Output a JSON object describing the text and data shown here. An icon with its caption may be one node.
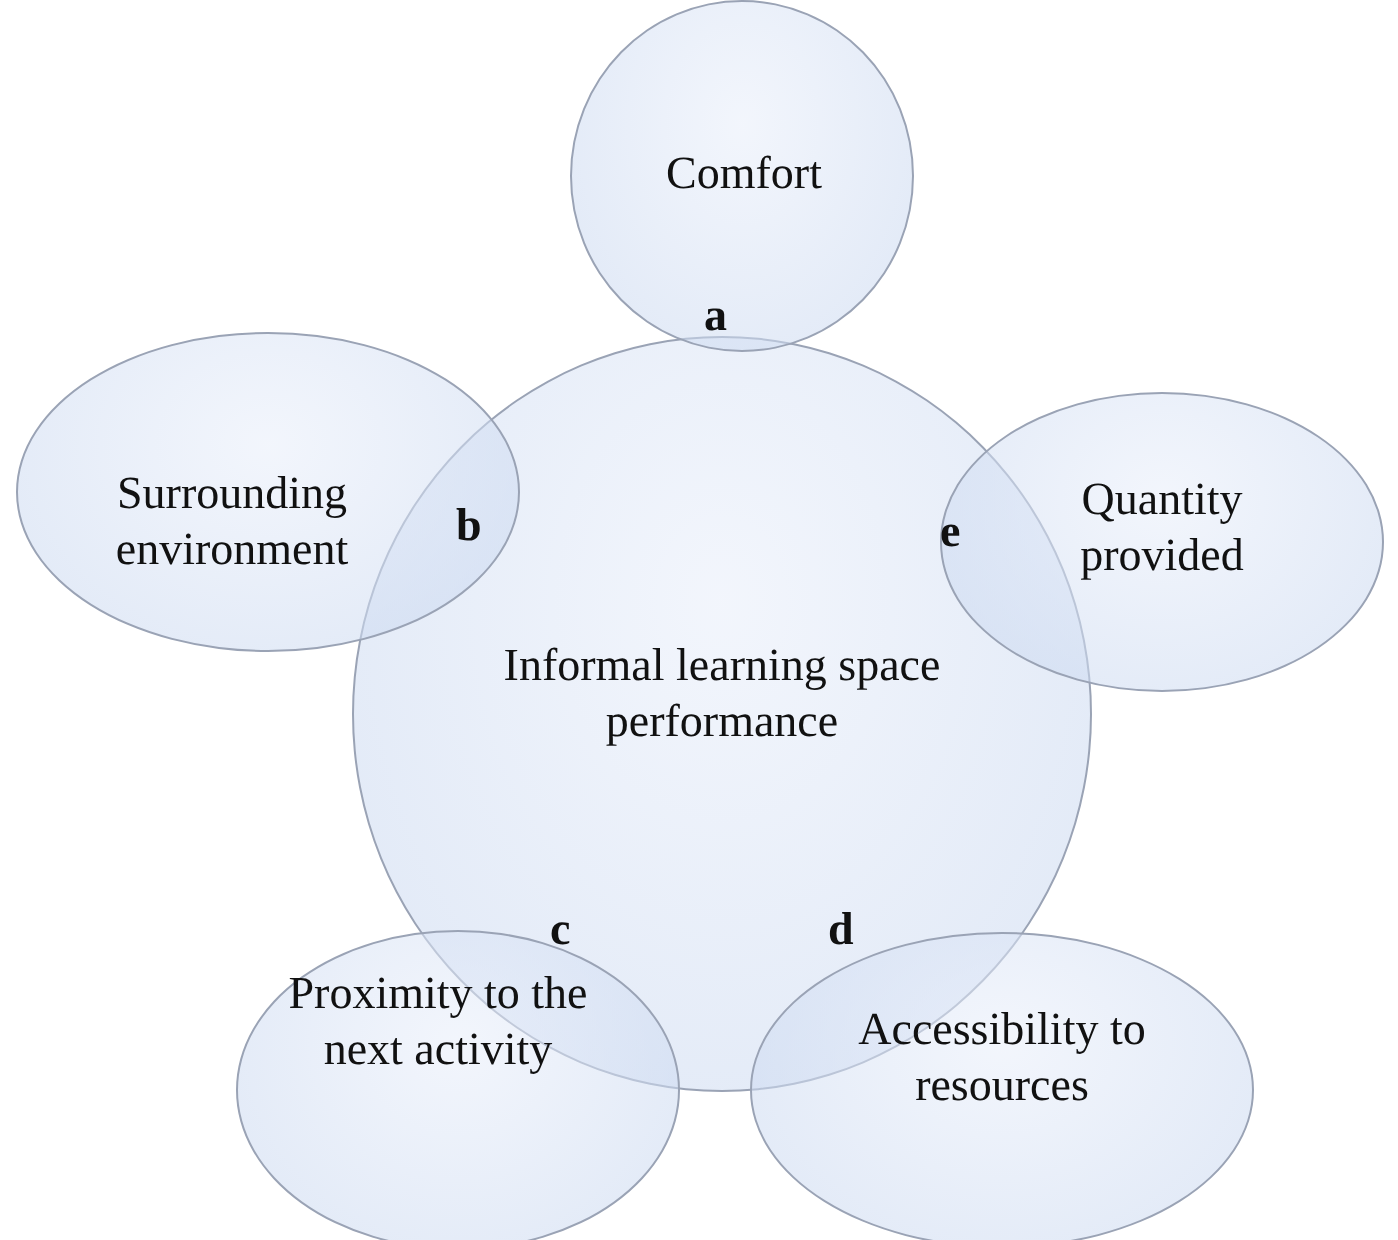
{
  "diagram": {
    "nodes": [
      {
        "text": [
          "Comfort"
        ]
      },
      {
        "text": [
          "Surrounding environment"
        ]
      },
      {
        "text": [
          "Quantity provided"
        ]
      },
      {
        "text": [
          "Informal learning space performance"
        ]
      },
      {
        "text": [
          "Proximity to the next activity"
        ]
      },
      {
        "text": [
          "Accessibility to resources"
        ]
      }
    ],
    "edges": [],
    "labels": [
      "a",
      "b",
      "e",
      "c",
      "d"
    ]
  }
}
